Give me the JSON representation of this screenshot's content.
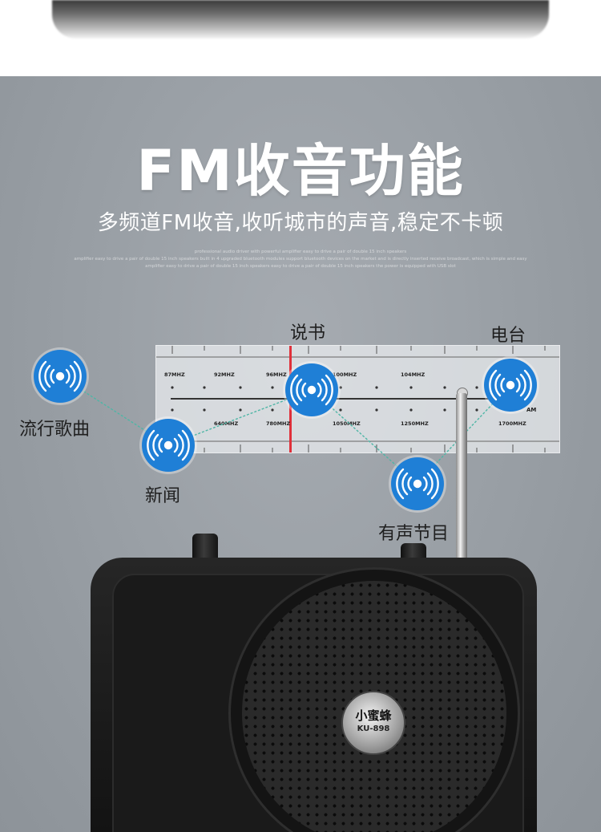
{
  "headline": "FM收音功能",
  "subline": "多频道FM收音,收听城市的声音,稳定不卡顿",
  "fine_print": [
    "professional audio driver with powerful amplifier easy to drive a pair of double 15 inch speakers",
    "amplifier easy to drive a pair of double 15 inch speakers built in 4 upgraded bluetooth modules support bluetooth devices on the market and is directly inserted receive broadcast, which is simple and easy",
    "amplifier easy to drive a pair of double 15 inch speakers easy to drive a pair of double 15 inch speakers the power is equipped with USB slot"
  ],
  "dial": {
    "fm_marks": [
      "87MHZ",
      "92MHZ",
      "96MHZ",
      "100MHZ",
      "104MHZ"
    ],
    "am_marks": [
      "640MHZ",
      "780MHZ",
      "1050MHZ",
      "1250MHZ",
      "1700MHZ"
    ],
    "am_label": "AM",
    "pointer_color": "#e0303a"
  },
  "stations": [
    {
      "label": "流行歌曲",
      "icon": "radio-signal-icon"
    },
    {
      "label": "新闻",
      "icon": "radio-signal-icon"
    },
    {
      "label": "说书",
      "icon": "radio-signal-icon"
    },
    {
      "label": "有声节目",
      "icon": "radio-signal-icon"
    },
    {
      "label": "电台",
      "icon": "radio-signal-icon"
    }
  ],
  "product": {
    "brand": "小蜜蜂",
    "model": "KU-898"
  },
  "colors": {
    "panel": "#9aa0a6",
    "icon_blue": "#1f7fd6",
    "connector": "#4fb6a6"
  }
}
